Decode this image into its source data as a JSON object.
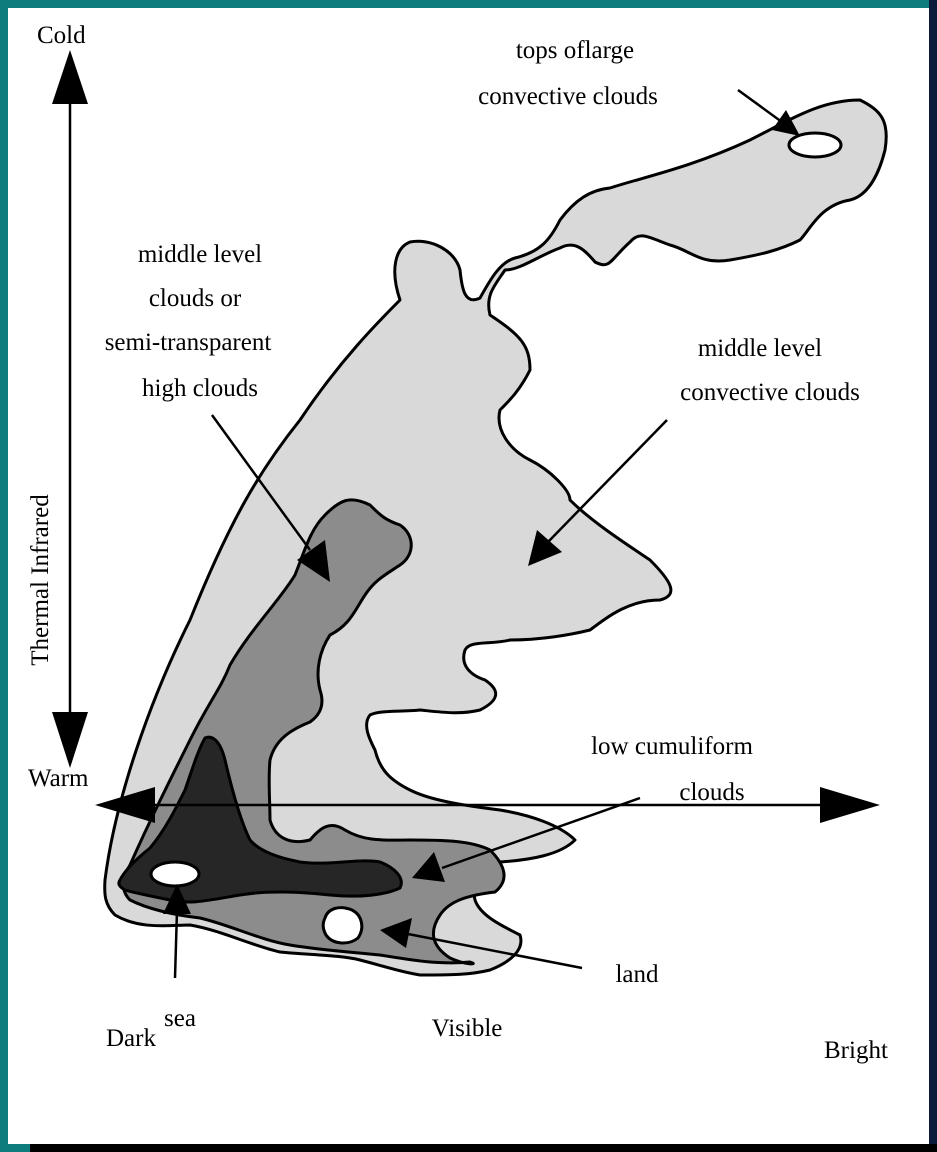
{
  "axes": {
    "vertical": {
      "top_label": "Cold",
      "bottom_label": "Warm",
      "title": "Thermal Infrared"
    },
    "horizontal": {
      "left_label": "Dark",
      "right_label": "Bright",
      "title": "Visible"
    }
  },
  "annotations": {
    "tops_large_convective": [
      "tops oflarge",
      "convective clouds"
    ],
    "middle_level_semitransparent": [
      "middle level",
      "clouds or",
      "semi-transparent",
      "high clouds"
    ],
    "middle_level_convective": [
      "middle level",
      "convective clouds"
    ],
    "low_cumuliform": [
      "low cumuliform",
      "clouds"
    ],
    "land": "land",
    "sea": "sea"
  },
  "colors": {
    "background": "#0e7b7d",
    "panel": "#ffffff",
    "light_region": "#d9d9d9",
    "medium_region": "#8c8c8c",
    "dark_region": "#262626",
    "white_region": "#ffffff"
  }
}
